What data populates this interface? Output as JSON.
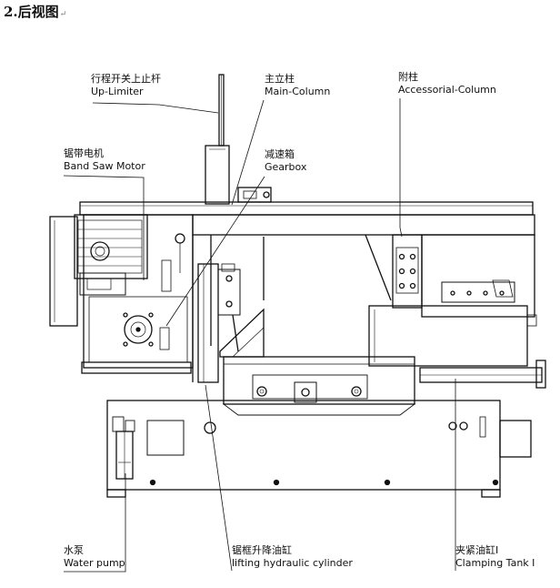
{
  "heading": {
    "text": "2.后视图",
    "mark": "↵"
  },
  "callouts": {
    "up_limiter": {
      "cn": "行程开关上止杆",
      "en": "Up-Limiter"
    },
    "main_column": {
      "cn": "主立柱",
      "en": "Main-Column"
    },
    "accessorial_column": {
      "cn": "附柱",
      "en": "Accessorial-Column"
    },
    "band_saw_motor": {
      "cn": "锯带电机",
      "en": "Band Saw Motor"
    },
    "gearbox": {
      "cn": "减速箱",
      "en": "Gearbox"
    },
    "water_pump": {
      "cn": "水泵",
      "en": "Water pump"
    },
    "lifting_cylinder": {
      "cn": "锯框升降油缸",
      "en": "lifting hydraulic cylinder"
    },
    "clamping_tank": {
      "cn": "夹紧油缸I",
      "en": "Clamping Tank I"
    }
  }
}
